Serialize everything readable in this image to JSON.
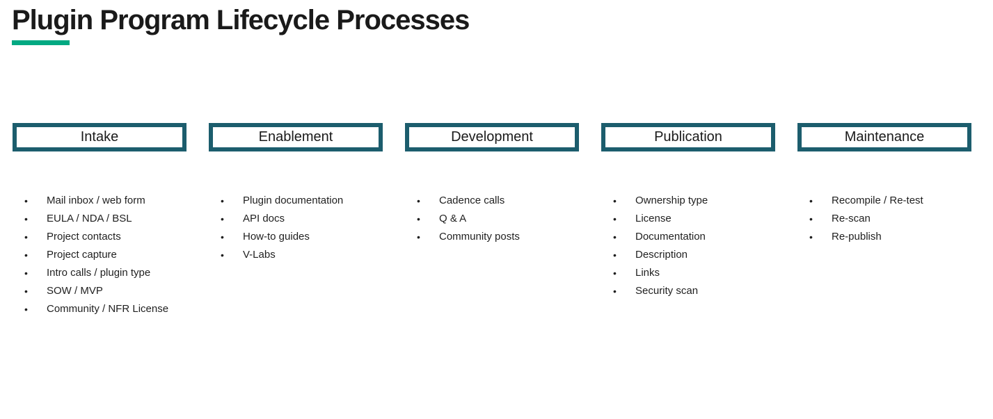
{
  "title": "Plugin Program Lifecycle Processes",
  "bullet_glyph": "•",
  "colors": {
    "accent_green": "#01A982",
    "box_border_teal": "#1C5D6D",
    "text_black": "#1A1A1A"
  },
  "columns": [
    {
      "header": "Intake",
      "items": [
        "Mail inbox / web form",
        "EULA / NDA / BSL",
        "Project contacts",
        "Project capture",
        "Intro calls / plugin type",
        "SOW / MVP",
        "Community / NFR License"
      ]
    },
    {
      "header": "Enablement",
      "items": [
        "Plugin documentation",
        "API docs",
        "How-to guides",
        "V-Labs"
      ]
    },
    {
      "header": "Development",
      "items": [
        "Cadence calls",
        "Q & A",
        "Community posts"
      ]
    },
    {
      "header": "Publication",
      "items": [
        "Ownership type",
        "License",
        "Documentation",
        "Description",
        "Links",
        "Security scan"
      ]
    },
    {
      "header": "Maintenance",
      "items": [
        "Recompile / Re-test",
        "Re-scan",
        "Re-publish"
      ]
    }
  ]
}
